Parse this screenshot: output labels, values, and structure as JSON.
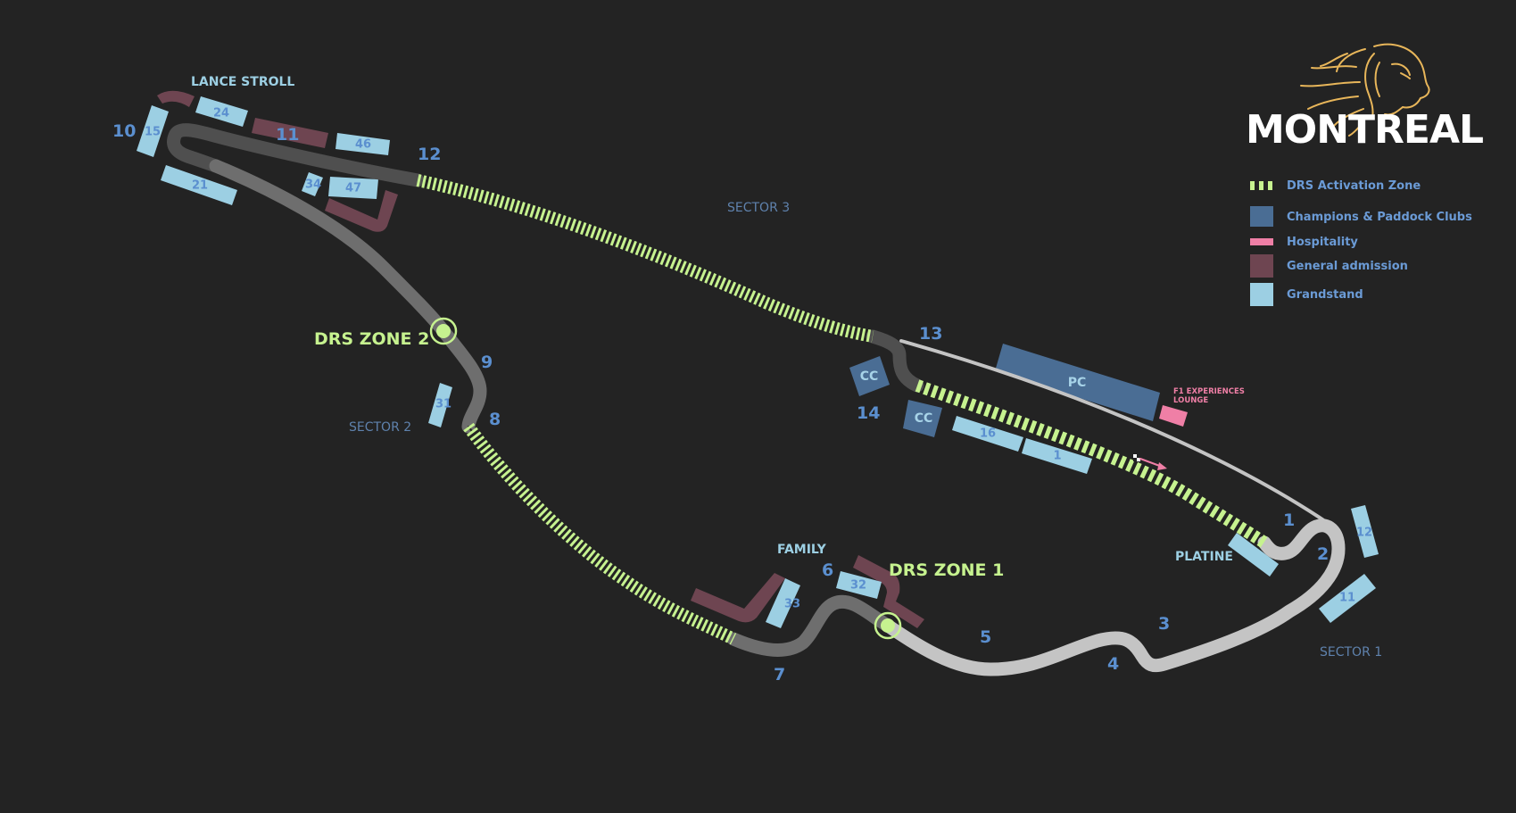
{
  "brand": {
    "title": "MONTREAL",
    "logo_icon": "lion-head-icon",
    "logo_color": "#e8b65a"
  },
  "colors": {
    "background": "#232323",
    "drs": "#c6f28f",
    "champions_paddock": "#4a6d94",
    "hospitality": "#ef7fa6",
    "general_admission": "#6e4551",
    "grandstand": "#9ccfe3",
    "turn_numbers": "#5b8fcf",
    "track_sector1": "#c4c4c4",
    "track_sector2": "#6e6e6e",
    "track_sector3": "#4f4f4f"
  },
  "legend": [
    {
      "key": "drs",
      "label": "DRS Activation Zone"
    },
    {
      "key": "champions_paddock",
      "label": "Champions & Paddock Clubs"
    },
    {
      "key": "hospitality",
      "label": "Hospitality"
    },
    {
      "key": "general_admission",
      "label": "General admission"
    },
    {
      "key": "grandstand",
      "label": "Grandstand"
    }
  ],
  "sectors": {
    "s1": "SECTOR 1",
    "s2": "SECTOR 2",
    "s3": "SECTOR 3"
  },
  "drs_zones": {
    "z1": "DRS ZONE 1",
    "z2": "DRS ZONE 2"
  },
  "turns": [
    "1",
    "2",
    "3",
    "4",
    "5",
    "6",
    "7",
    "8",
    "9",
    "10",
    "11",
    "12",
    "13",
    "14"
  ],
  "area_labels": {
    "lance_stroll": "LANCE STROLL",
    "family": "FAMILY",
    "platine": "PLATINE",
    "f1_lounge_line1": "F1 EXPERIENCES",
    "f1_lounge_line2": "LOUNGE"
  },
  "grandstands": {
    "g15": "15",
    "g24": "24",
    "g21": "21",
    "g46": "46",
    "g34": "34",
    "g47": "47",
    "g31": "31",
    "g33": "33",
    "g32": "32",
    "g16": "16",
    "g1": "1",
    "g12": "12",
    "g11": "11"
  },
  "general_admission_labels": {
    "ga11": "11"
  },
  "clubs": {
    "cc_a": "CC",
    "cc_b": "CC",
    "pc": "PC"
  }
}
